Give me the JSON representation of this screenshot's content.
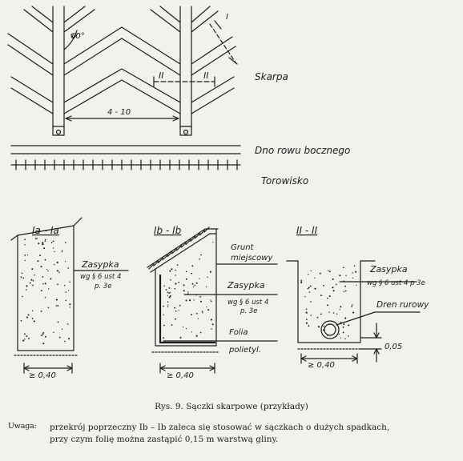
{
  "plan": {
    "angle": "60°",
    "section_mark_left": "II",
    "section_mark_right": "II",
    "section_mark_top": "I",
    "spacing": "4 - 10",
    "slope_label": "Skarpa",
    "ditch_label": "Dno rowu bocznego",
    "track_label": "Torowisko"
  },
  "sections": [
    {
      "title": "Ia - Ia",
      "fill_label": "Zasypka",
      "fill_ref1": "wg § 6 ust 4",
      "fill_ref2": "p. 3e",
      "width": "≥ 0,40"
    },
    {
      "title": "Ib - Ib",
      "soil_label1": "Grunt",
      "soil_label2": "miejscowy",
      "fill_label": "Zasypka",
      "fill_ref1": "wg § 6 ust 4",
      "fill_ref2": "p. 3e",
      "foil_label1": "Folia",
      "foil_label2": "polietyl.",
      "width": "≥ 0,40"
    },
    {
      "title": "II - II",
      "fill_label": "Zasypka",
      "fill_ref1": "wg § 6 ust 4 p 3e",
      "pipe_label": "Dren rurowy",
      "depth": "0,05",
      "width": "≥ 0,40"
    }
  ],
  "caption": "Rys. 9. Sączki skarpowe (przykłady)",
  "note": {
    "label": "Uwaga:",
    "line1": "przekrój poprzeczny Ib – Ib zaleca się stosować w sączkach o dużych spadkach,",
    "line2": "przy czym folię można zastąpić 0,15 m warstwą gliny."
  }
}
